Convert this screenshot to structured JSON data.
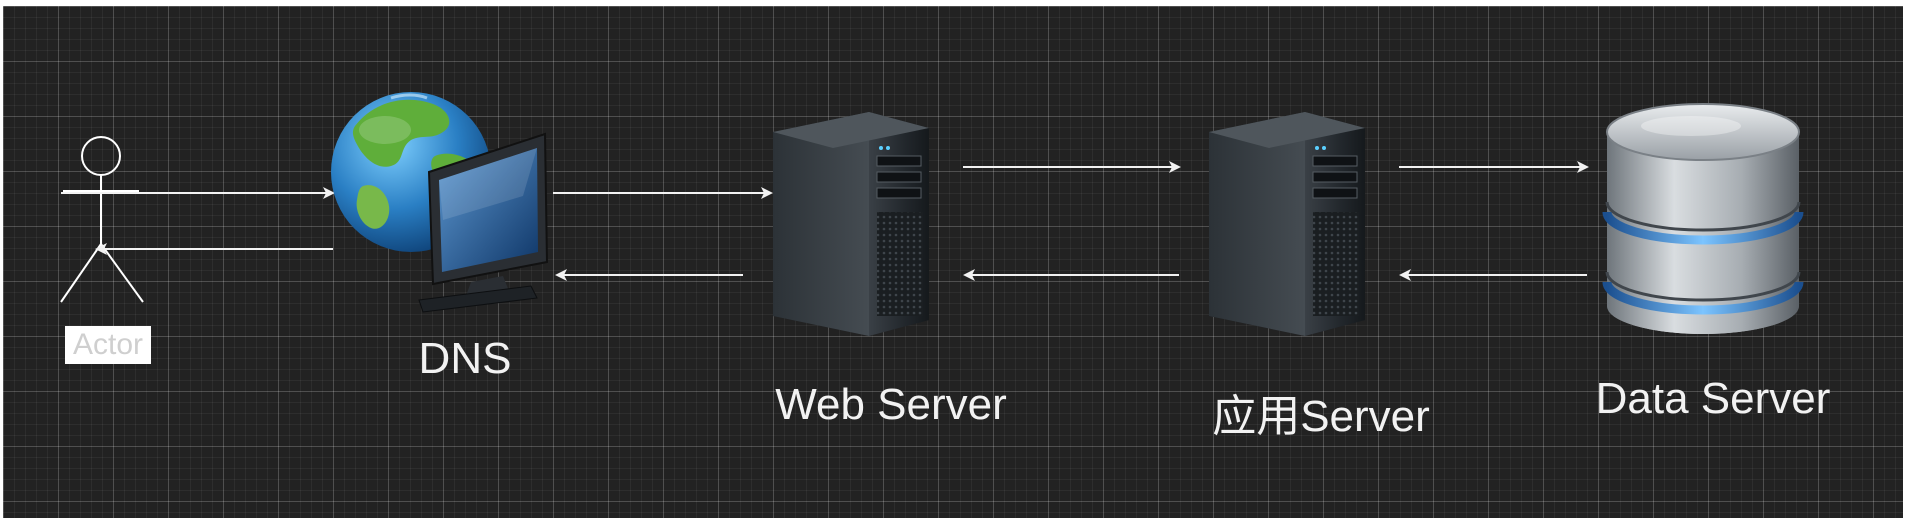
{
  "nodes": {
    "actor": {
      "label": "Actor"
    },
    "dns": {
      "label": "DNS"
    },
    "web_server": {
      "label": "Web Server"
    },
    "app_server": {
      "label": "应用Server"
    },
    "data_server": {
      "label": "Data Server"
    }
  },
  "edges": [
    {
      "from": "actor",
      "to": "dns"
    },
    {
      "from": "dns",
      "to": "actor"
    },
    {
      "from": "dns",
      "to": "web_server"
    },
    {
      "from": "web_server",
      "to": "dns"
    },
    {
      "from": "web_server",
      "to": "app_server"
    },
    {
      "from": "app_server",
      "to": "web_server"
    },
    {
      "from": "app_server",
      "to": "data_server"
    },
    {
      "from": "data_server",
      "to": "app_server"
    }
  ],
  "colors": {
    "canvas": "#222222",
    "arrow": "#f2f2f2",
    "text": "#f2f2f2",
    "db_glow": "#4a90d9"
  },
  "icons": {
    "dns": "globe-monitor-icon",
    "web_server": "tower-server-icon",
    "app_server": "tower-server-icon",
    "data_server": "database-icon"
  }
}
